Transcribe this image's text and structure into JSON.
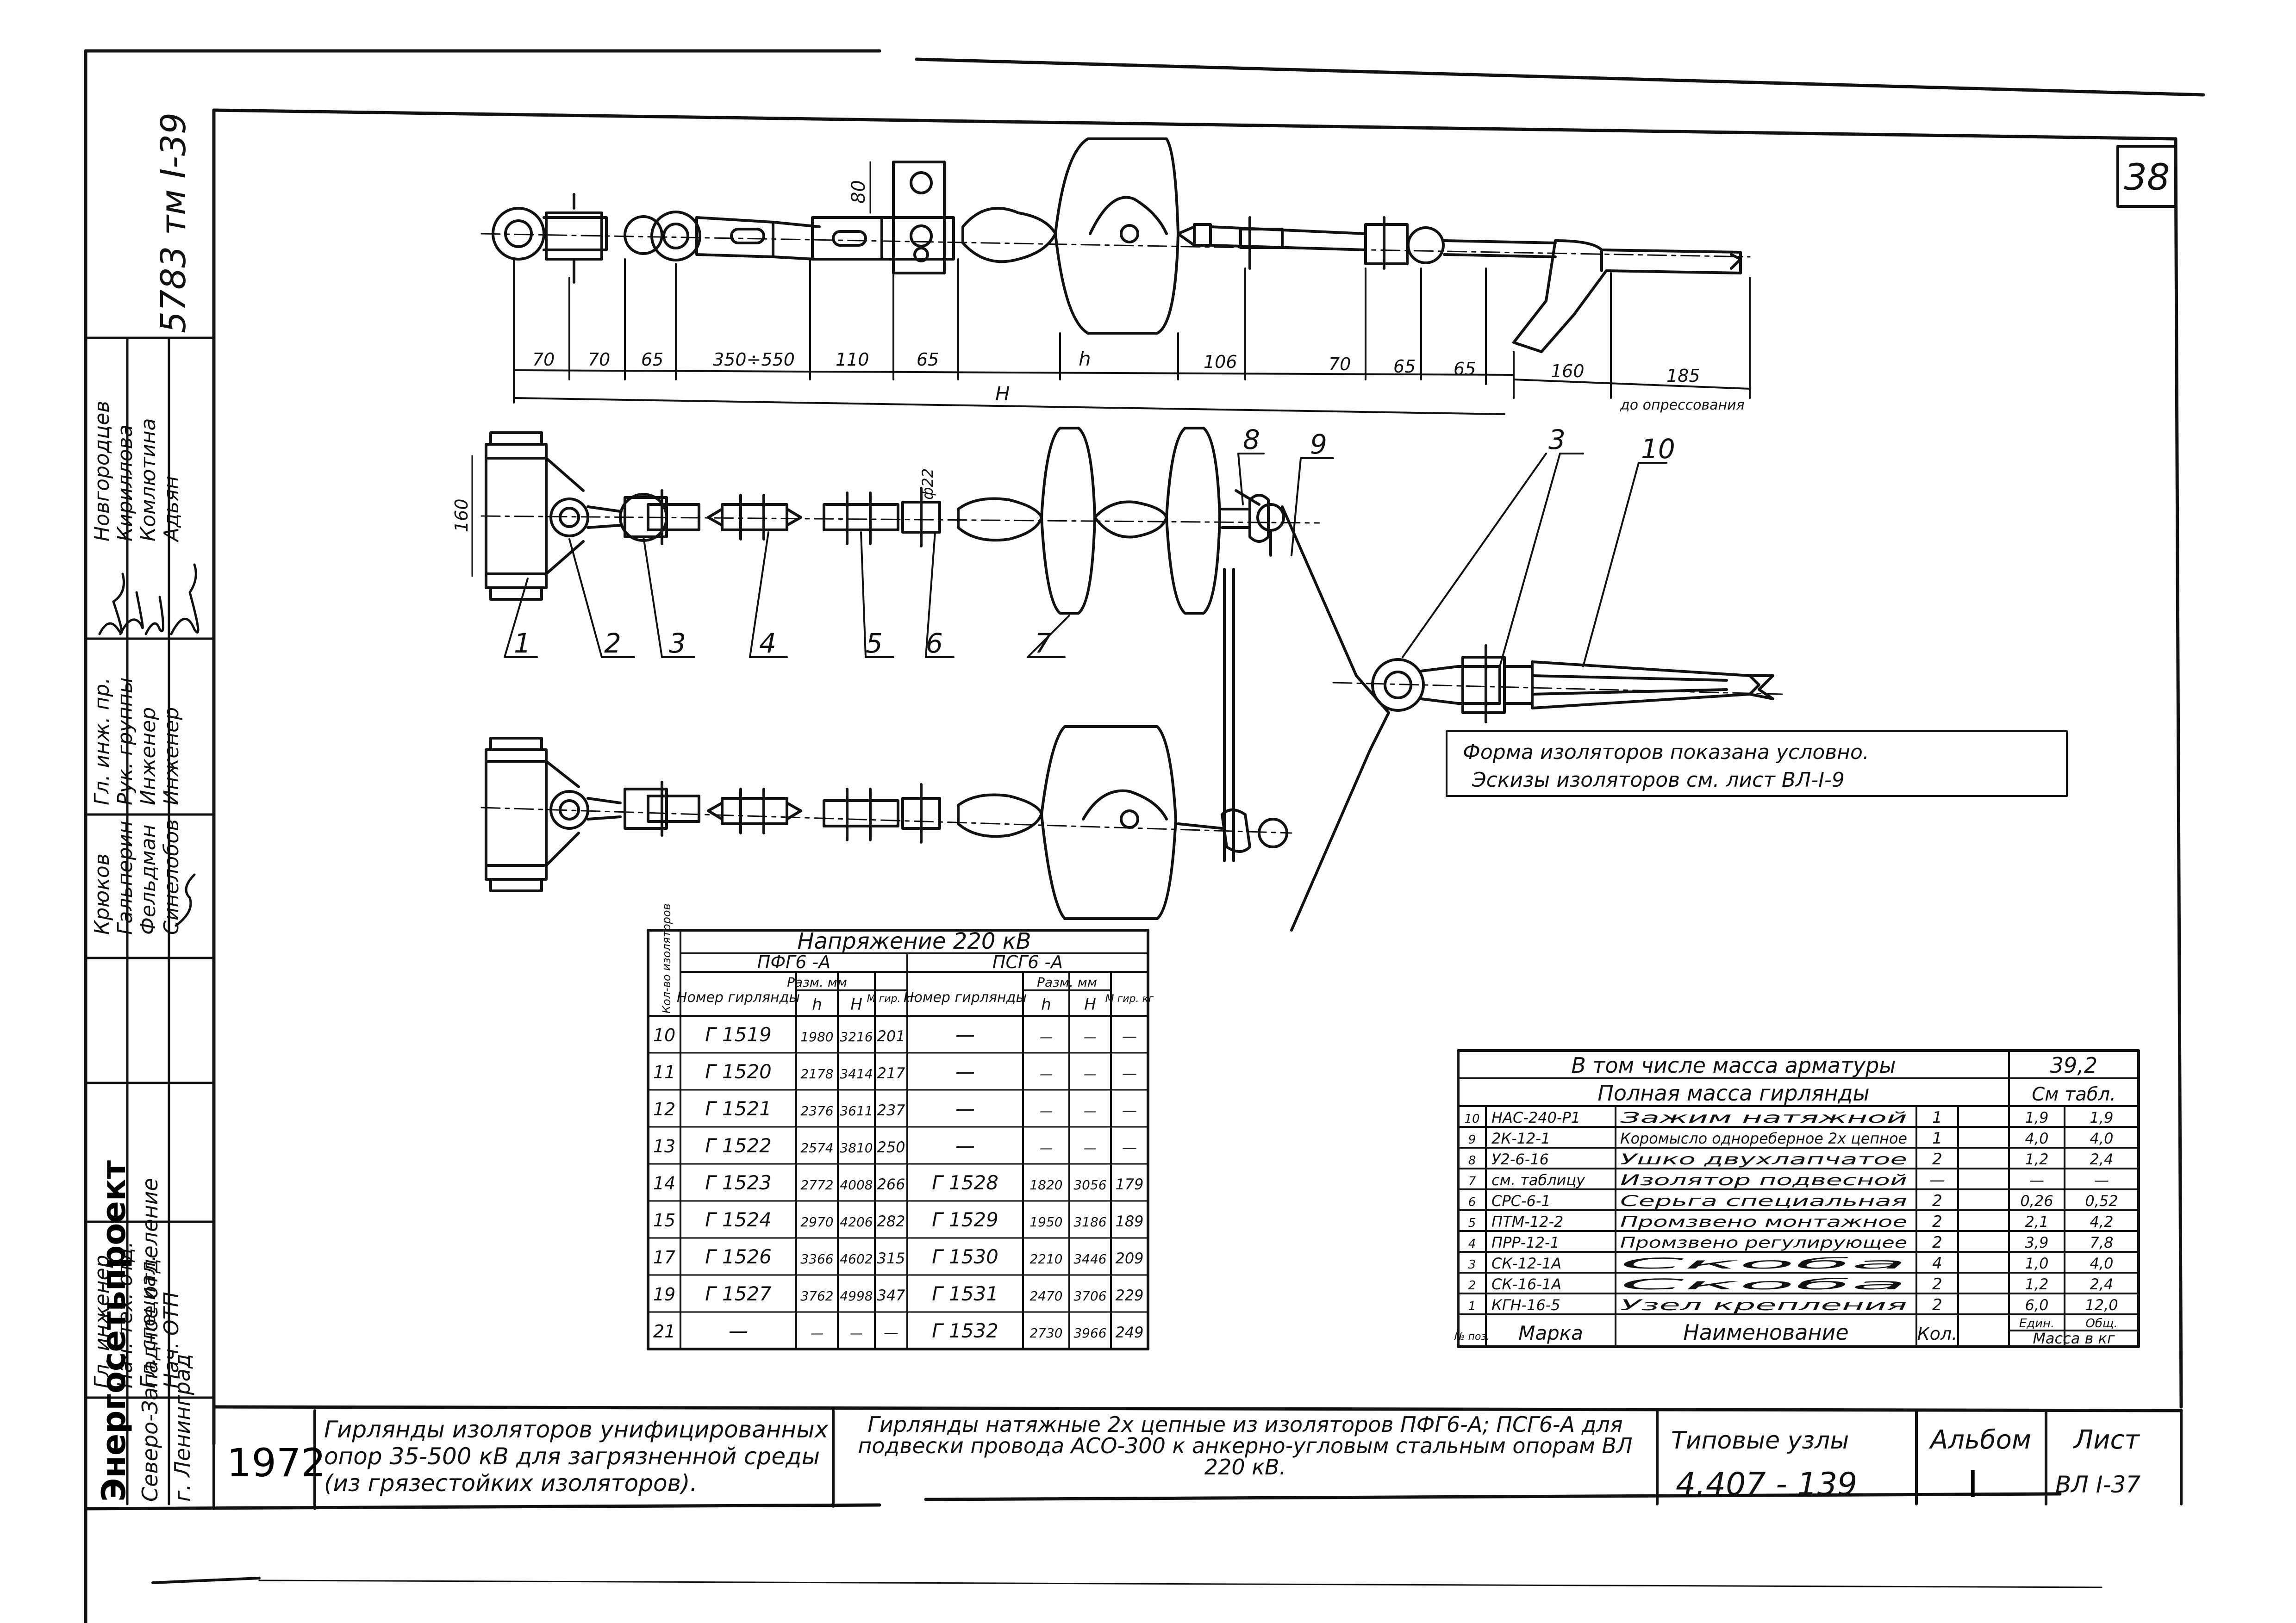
{
  "sheet_number": "38",
  "dimensions": {
    "top_row": [
      "70",
      "70",
      "65",
      "350÷550",
      "110",
      "65",
      "h",
      "106",
      "70",
      "65",
      "65",
      "160",
      "185"
    ],
    "total_label": "H",
    "pressing_note": "до опрессования",
    "link_height": "80",
    "bracket_height": "160",
    "bolt_diameter": "ф22"
  },
  "callouts": [
    "1",
    "2",
    "3",
    "4",
    "5",
    "6",
    "7",
    "8",
    "9",
    "3",
    "10"
  ],
  "note": {
    "line1": "Форма изоляторов показана условно.",
    "line2": "Эскизы изоляторов см. лист ВЛ-I-9"
  },
  "voltage_table": {
    "title": "Напряжение 220 кВ",
    "count_header": "Кол-во изоляторов",
    "group_pfg": "ПФГ6 -А",
    "group_psg": "ПСГ6 -А",
    "col_number": "Номер гирлянды",
    "col_dims": "Разм. мм",
    "col_h": "h",
    "col_H": "H",
    "col_mass": "М гир. кг",
    "rows": [
      [
        "10",
        "Г 1519",
        "1980",
        "3216",
        "201",
        "—",
        "—",
        "—",
        "—"
      ],
      [
        "11",
        "Г 1520",
        "2178",
        "3414",
        "217",
        "—",
        "—",
        "—",
        "—"
      ],
      [
        "12",
        "Г 1521",
        "2376",
        "3611",
        "237",
        "—",
        "—",
        "—",
        "—"
      ],
      [
        "13",
        "Г 1522",
        "2574",
        "3810",
        "250",
        "—",
        "—",
        "—",
        "—"
      ],
      [
        "14",
        "Г 1523",
        "2772",
        "4008",
        "266",
        "Г 1528",
        "1820",
        "3056",
        "179"
      ],
      [
        "15",
        "Г 1524",
        "2970",
        "4206",
        "282",
        "Г 1529",
        "1950",
        "3186",
        "189"
      ],
      [
        "17",
        "Г 1526",
        "3366",
        "4602",
        "315",
        "Г 1530",
        "2210",
        "3446",
        "209"
      ],
      [
        "19",
        "Г 1527",
        "3762",
        "4998",
        "347",
        "Г 1531",
        "2470",
        "3706",
        "229"
      ],
      [
        "21",
        "—",
        "—",
        "—",
        "—",
        "Г 1532",
        "2730",
        "3966",
        "249"
      ]
    ]
  },
  "spec_table": {
    "fittings_mass_label": "В том числе масса арматуры",
    "fittings_mass_value": "39,2",
    "total_mass_label": "Полная масса гирлянды",
    "total_mass_value": "См табл.",
    "rows": [
      [
        "10",
        "НАС-240-Р1",
        "Зажим натяжной",
        "1",
        "1,9",
        "1,9"
      ],
      [
        "9",
        "2К-12-1",
        "Коромысло однореберное 2х цепное",
        "1",
        "4,0",
        "4,0"
      ],
      [
        "8",
        "У2-6-16",
        "Ушко двухлапчатое",
        "2",
        "1,2",
        "2,4"
      ],
      [
        "7",
        "см. таблицу",
        "Изолятор подвесной",
        "—",
        "—",
        "—"
      ],
      [
        "6",
        "СРС-6-1",
        "Серьга специальная",
        "2",
        "0,26",
        "0,52"
      ],
      [
        "5",
        "ПТМ-12-2",
        "Промзвено монтажное",
        "2",
        "2,1",
        "4,2"
      ],
      [
        "4",
        "ПРР-12-1",
        "Промзвено регулирующее",
        "2",
        "3,9",
        "7,8"
      ],
      [
        "3",
        "СК-12-1А",
        "Скоба",
        "4",
        "1,0",
        "4,0"
      ],
      [
        "2",
        "СК-16-1А",
        "Скоба",
        "2",
        "1,2",
        "2,4"
      ],
      [
        "1",
        "КГН-16-5",
        "Узел крепления",
        "2",
        "6,0",
        "12,0"
      ]
    ],
    "h_pos": "№ поз.",
    "h_mark": "Марка",
    "h_name": "Наименование",
    "h_qty": "Кол.",
    "h_unit": "Един.",
    "h_total": "Общ.",
    "h_mass": "Масса в кг"
  },
  "side_stamp": {
    "document_code": "5783 тм I-39",
    "roles": [
      "Гл. инж. пр.",
      "Рук. группы",
      "Инженер",
      "Инженер"
    ],
    "names": [
      "Новгородцев",
      "Кириллова",
      "Комлютина",
      "Адьян"
    ],
    "roles2": [
      "Гл. инженер",
      "Нач. тех. отд.",
      "Гл. специал.",
      "Нач. ОТП"
    ],
    "names2": [
      "Крюков",
      "Гальперин",
      "Фельдман",
      "Синелобов"
    ],
    "org_name": "Энергосетьпроект",
    "org_branch": "Северо-Западное отделение",
    "org_city": "г. Ленинград"
  },
  "title_block": {
    "year": "1972",
    "series_title": "Гирлянды изоляторов унифицированных опор 35-500 кВ для загрязненной среды (из грязестойких изоляторов).",
    "sheet_title": "Гирлянды натяжные 2х цепные из изоляторов ПФГ6-А; ПСГ6-А для подвески провода АСО-300 к анкерно-угловым стальным опорам ВЛ 220 кВ.",
    "typical_label": "Типовые узлы",
    "typical_code": "4.407 - 139",
    "album_label": "Альбом",
    "album_value": "I",
    "sheet_label": "Лист",
    "sheet_value": "ВЛ I-37"
  }
}
